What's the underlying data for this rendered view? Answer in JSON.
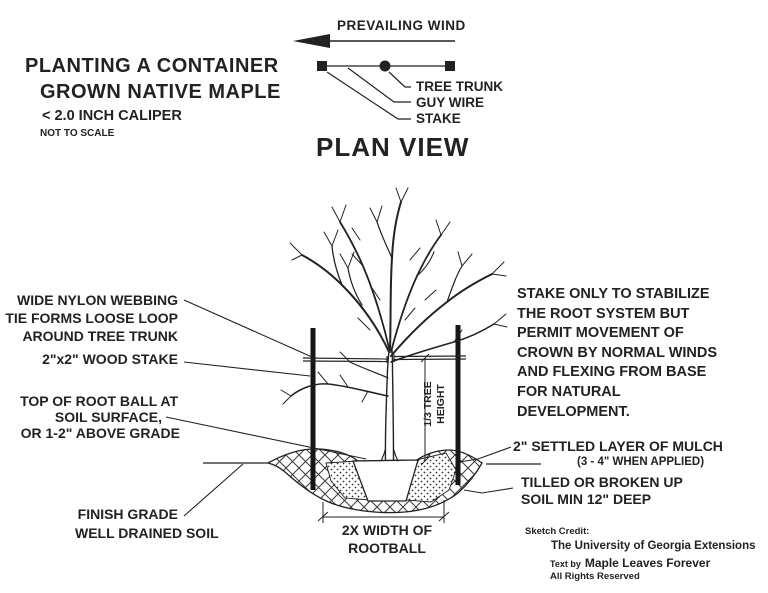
{
  "title": {
    "line1": "PLANTING A CONTAINER",
    "line2": "GROWN NATIVE MAPLE",
    "caliper": "< 2.0 INCH CALIPER",
    "scale_note": "NOT TO SCALE"
  },
  "plan_view": {
    "wind_label": "PREVAILING WIND",
    "tree_trunk_label": "TREE TRUNK",
    "guy_wire_label": "GUY WIRE",
    "stake_label": "STAKE",
    "title": "PLAN VIEW"
  },
  "section": {
    "webbing_line1": "WIDE NYLON WEBBING",
    "webbing_line2": "TIE FORMS LOOSE LOOP",
    "webbing_line3": "AROUND TREE TRUNK",
    "wood_stake_label": "2\"x2\" WOOD STAKE",
    "rootball_line1": "TOP OF ROOT BALL AT",
    "rootball_line2": "SOIL SURFACE,",
    "rootball_line3": "OR 1-2\" ABOVE GRADE",
    "finish_grade_label": "FINISH GRADE",
    "well_drained_label": "WELL DRAINED SOIL",
    "stake_note": "STAKE ONLY TO STABILIZE\nTHE ROOT SYSTEM BUT\nPERMIT MOVEMENT OF\nCROWN BY NORMAL WINDS\nAND FLEXING FROM BASE\nFOR NATURAL DEVELOPMENT.",
    "mulch_label": "2\" SETTLED LAYER OF MULCH",
    "mulch_sub_label": "(3 - 4\" WHEN APPLIED)",
    "tilled_label": "TILLED OR BROKEN UP\nSOIL MIN 12\" DEEP",
    "tree_height_dim": "1/3 TREE\nHEIGHT",
    "width_dim": "2X WIDTH OF\nROOTBALL"
  },
  "credits": {
    "heading": "Sketch Credit:",
    "org": "The University of Georgia Extensions",
    "text_by_prefix": "Text by",
    "text_by_name": "Maple Leaves Forever",
    "rights": "All Rights Reserved"
  },
  "colors": {
    "ink": "#222222",
    "background": "#ffffff"
  }
}
